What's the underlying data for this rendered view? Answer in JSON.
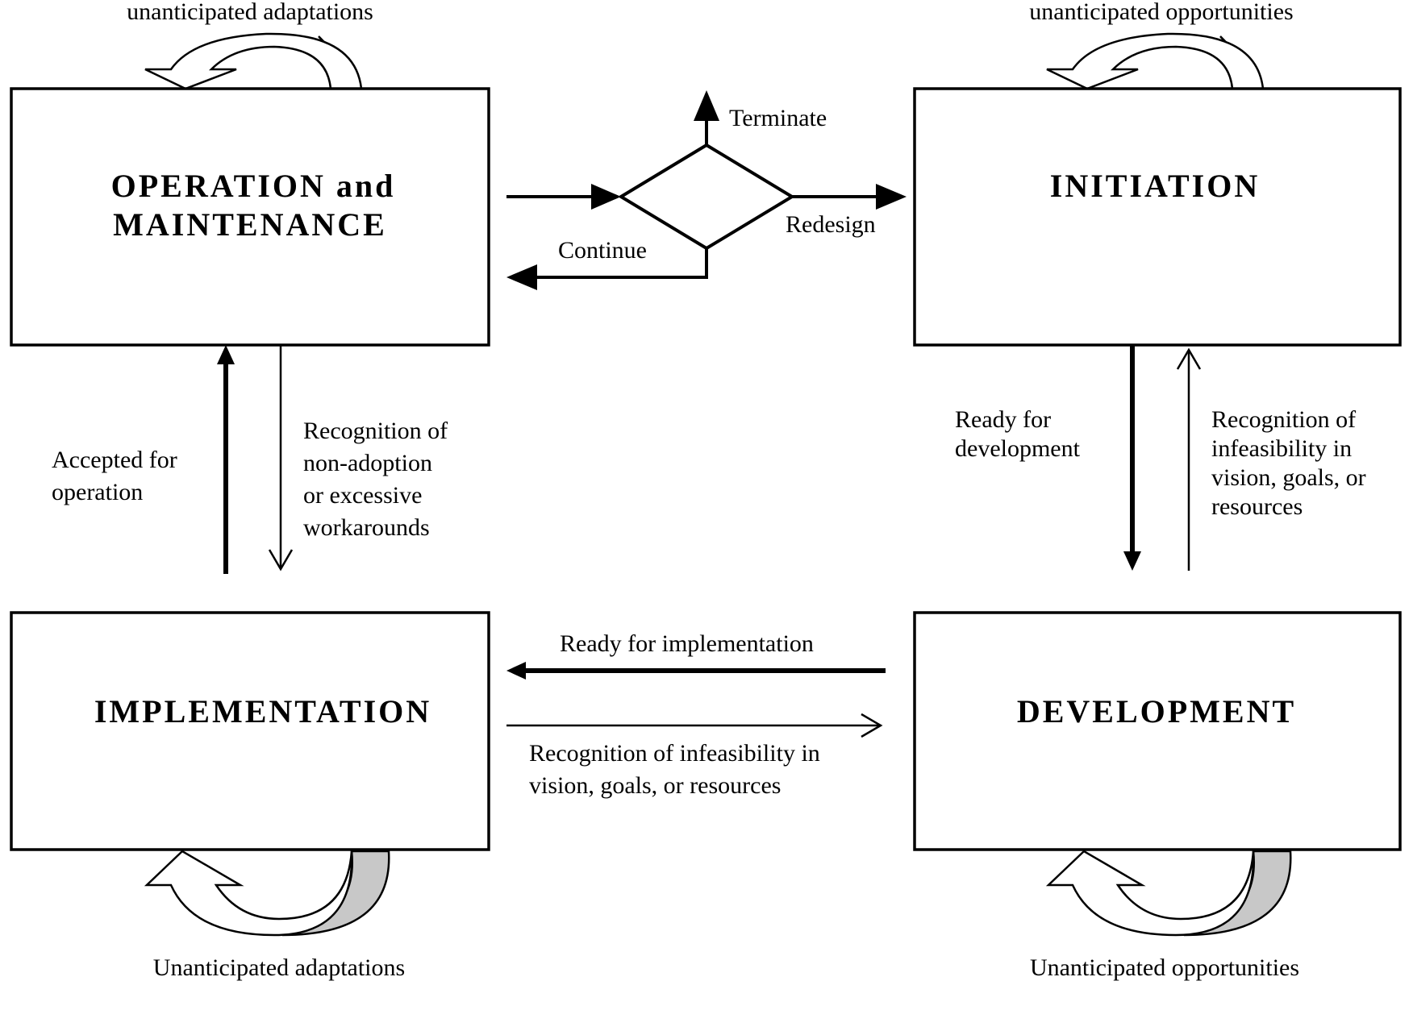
{
  "stages": {
    "operation": {
      "line1": "OPERATION and",
      "line2": "MAINTENANCE"
    },
    "initiation": {
      "title": "INITIATION"
    },
    "implementation": {
      "title": "IMPLEMENTATION"
    },
    "development": {
      "title": "DEVELOPMENT"
    }
  },
  "decision": {
    "terminate": "Terminate",
    "redesign": "Redesign",
    "continue": "Continue"
  },
  "loops": {
    "operation": "unanticipated adaptations",
    "initiation": "unanticipated opportunities",
    "implementation": "Unanticipated adaptations",
    "development": "Unanticipated opportunities"
  },
  "transitions": {
    "accepted": {
      "line1": "Accepted for",
      "line2": "operation"
    },
    "nonadoption": {
      "line1": "Recognition of",
      "line2": "non-adoption",
      "line3": "or excessive",
      "line4": "workarounds"
    },
    "ready_dev": {
      "line1": "Ready for",
      "line2": "development"
    },
    "infeasible_init": {
      "line1": "Recognition of",
      "line2": "infeasibility in",
      "line3": "vision, goals, or",
      "line4": "resources"
    },
    "ready_impl": "Ready for implementation",
    "infeasible_impl": {
      "line1": "Recognition of infeasibility in",
      "line2": "vision, goals, or resources"
    }
  }
}
